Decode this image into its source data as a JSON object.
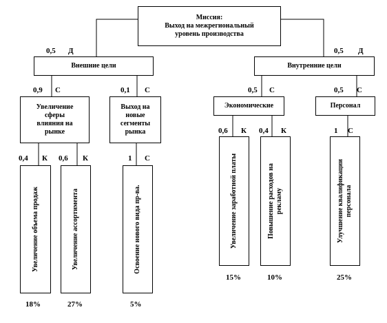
{
  "mission": {
    "line1": "Миссия:",
    "line2": "Выход на межрегиональный",
    "line3": "уровень производства"
  },
  "goals": {
    "external": {
      "label": "Внешние цели",
      "weight": "0,5",
      "type": "Д",
      "children": [
        {
          "label_line1": "Увеличение",
          "label_line2": "сферы",
          "label_line3": "влияния на",
          "label_line4": "рынке",
          "weight": "0,9",
          "type": "С",
          "subgoals": [
            {
              "text": "Увеличение объема продаж",
              "weight": "0,4",
              "type": "К",
              "percent": "18%"
            },
            {
              "text": "Увеличение ассортимента",
              "weight": "0,6",
              "type": "К",
              "percent": "27%"
            }
          ]
        },
        {
          "label_line1": "Выход на",
          "label_line2": "новые",
          "label_line3": "сегменты",
          "label_line4": "рынка",
          "weight": "0,1",
          "type": "С",
          "subgoals": [
            {
              "text": "Освоение нового вида пр-ва.",
              "weight": "1",
              "type": "С",
              "percent": "5%"
            }
          ]
        }
      ]
    },
    "internal": {
      "label": "Внутренние цели",
      "weight": "0,5",
      "type": "Д",
      "children": [
        {
          "label": "Экономические",
          "weight": "0,5",
          "type": "С",
          "subgoals": [
            {
              "text_line1": "Увеличение заработной платы",
              "text_line2": "",
              "weight": "0,6",
              "type": "К",
              "percent": "15%"
            },
            {
              "text_line1": "Повышение расходов на",
              "text_line2": "рекламу",
              "weight": "0,4",
              "type": "К",
              "percent": "10%"
            }
          ]
        },
        {
          "label": "Персонал",
          "weight": "0,5",
          "type": "С",
          "subgoals": [
            {
              "text_line1": "Улучшение квалификации",
              "text_line2": "персонала",
              "weight": "1",
              "type": "С",
              "percent": "25%"
            }
          ]
        }
      ]
    }
  }
}
